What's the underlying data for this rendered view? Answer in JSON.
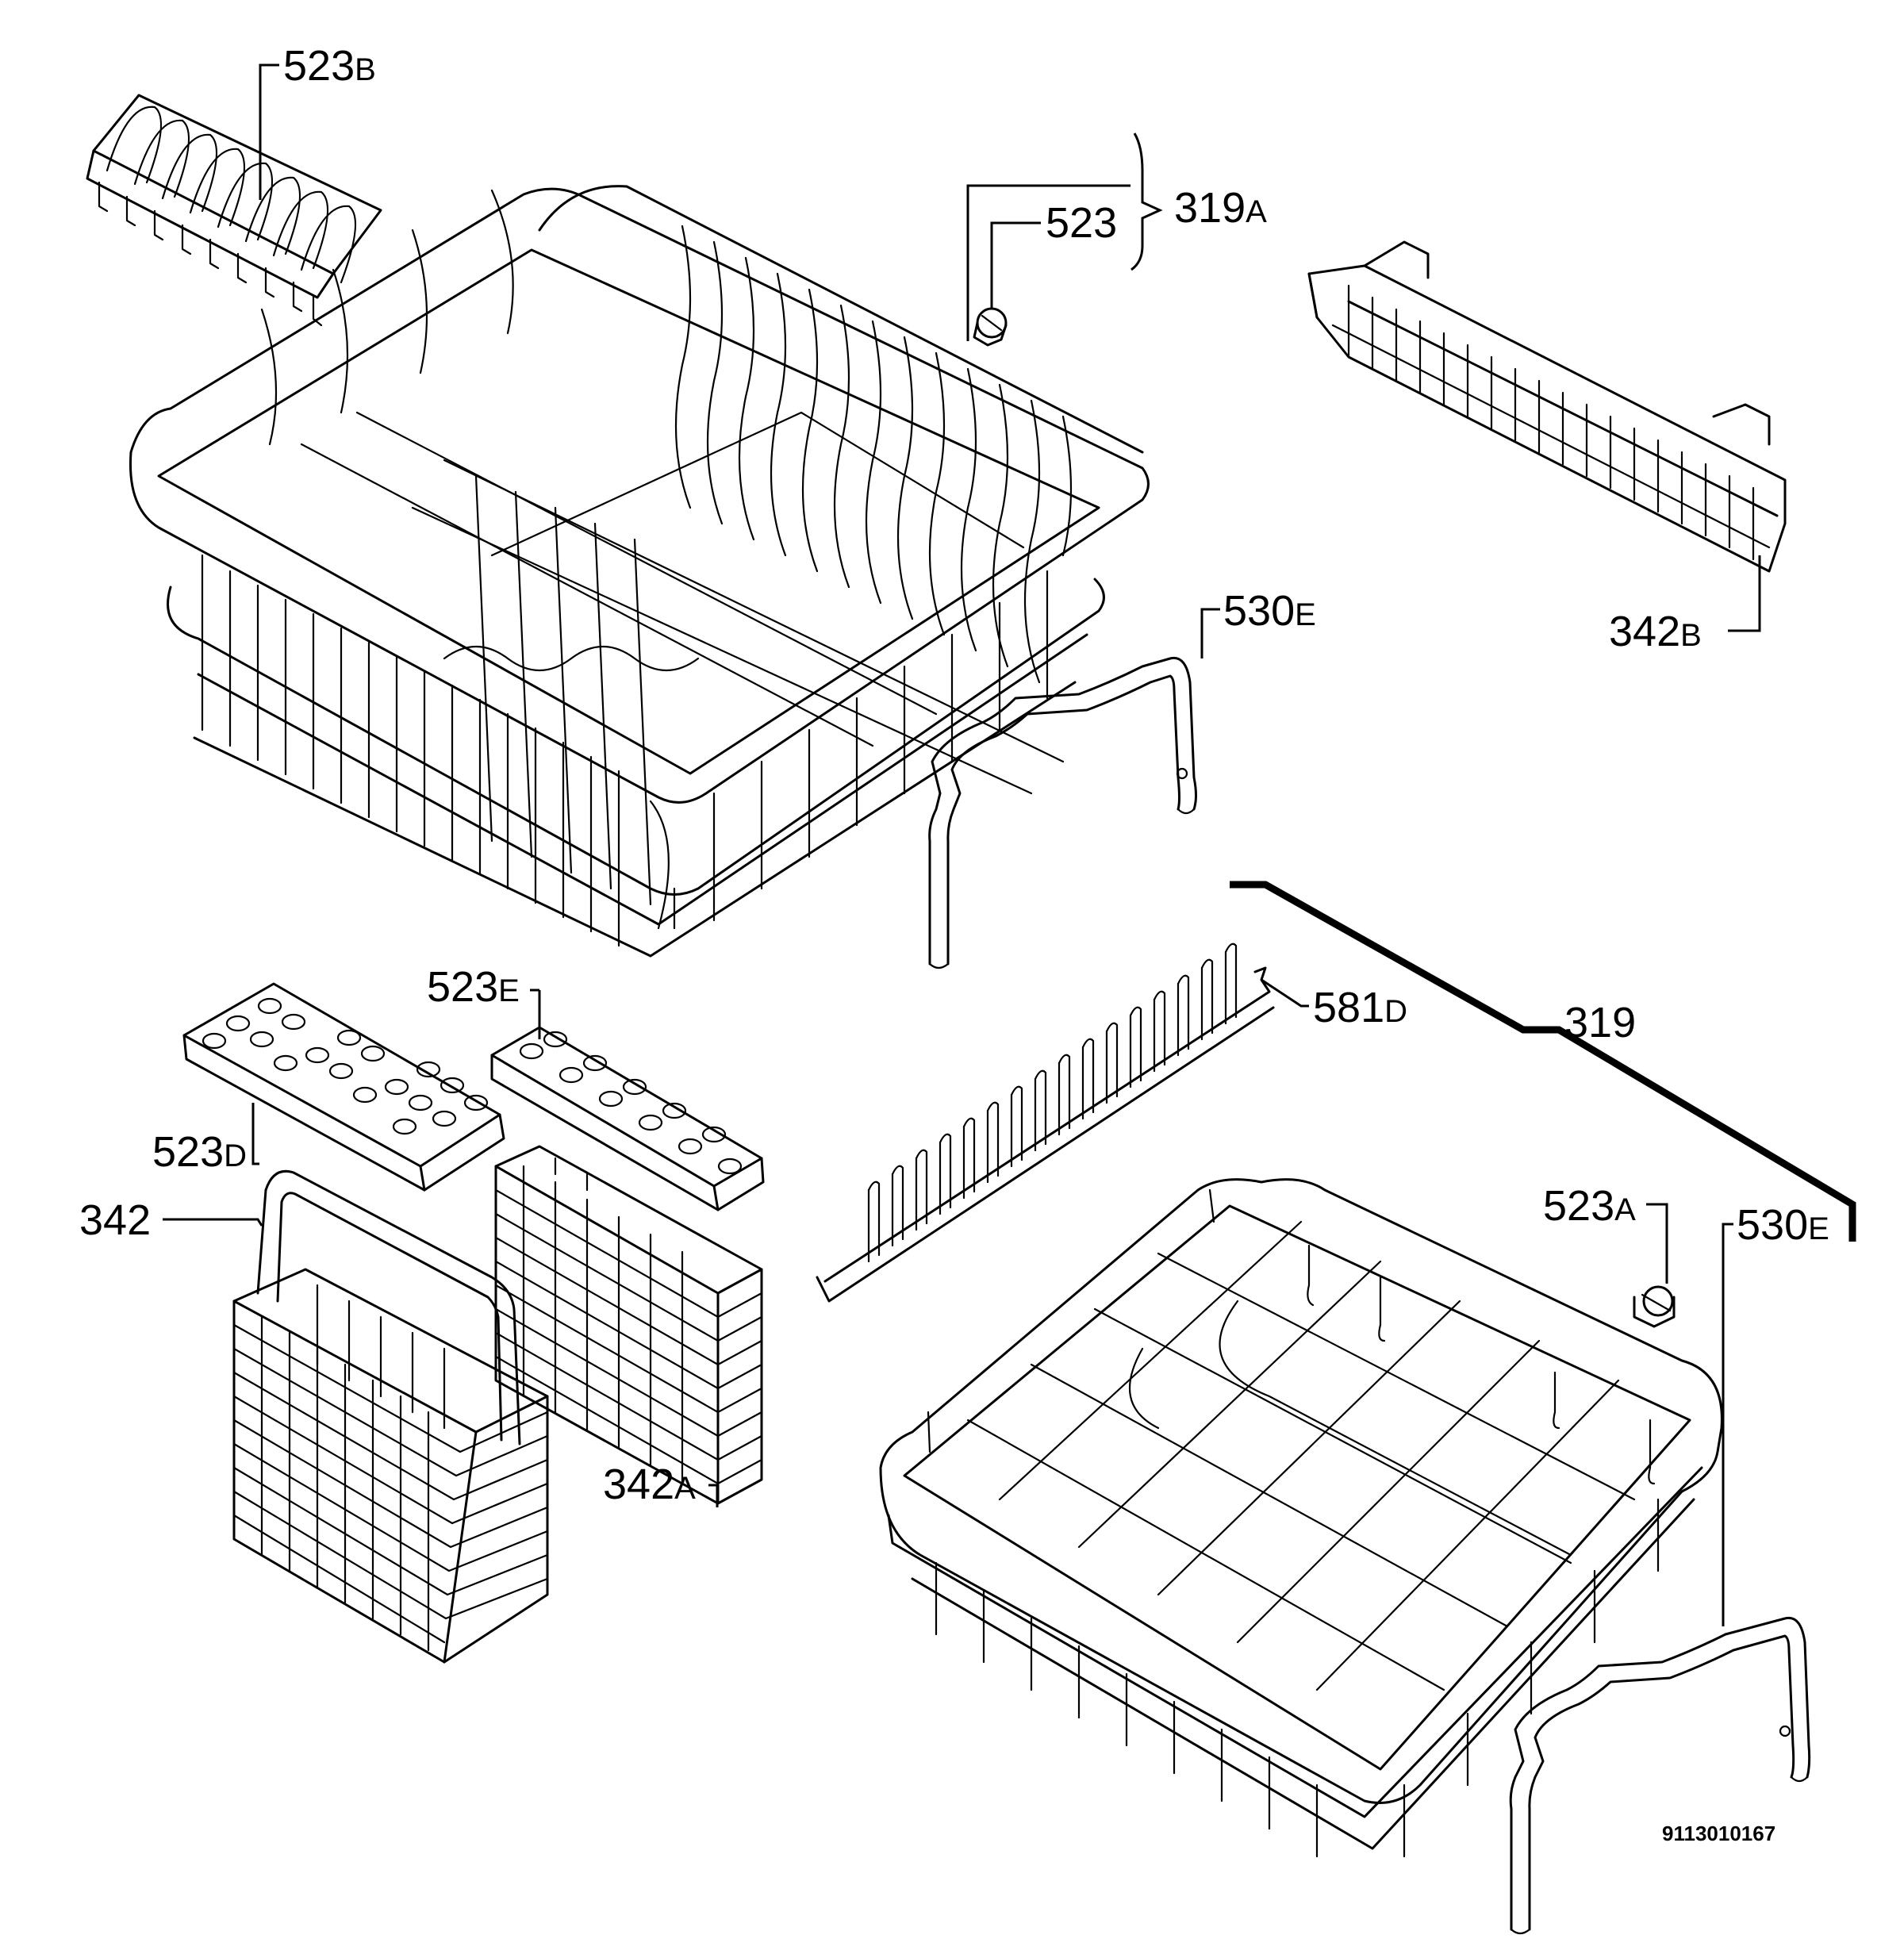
{
  "callouts": {
    "c523B": {
      "num": "523",
      "suffix": "B"
    },
    "c319A": {
      "num": "319",
      "suffix": "A"
    },
    "c523": {
      "num": "523",
      "suffix": ""
    },
    "c342B": {
      "num": "342",
      "suffix": "B"
    },
    "c530E_top": {
      "num": "530",
      "suffix": "E"
    },
    "c523E": {
      "num": "523",
      "suffix": "E"
    },
    "c581D": {
      "num": "581",
      "suffix": "D"
    },
    "c319": {
      "num": "319",
      "suffix": ""
    },
    "c523D": {
      "num": "523",
      "suffix": "D"
    },
    "c342": {
      "num": "342",
      "suffix": ""
    },
    "c523A": {
      "num": "523",
      "suffix": "A"
    },
    "c530E_bottom": {
      "num": "530",
      "suffix": "E"
    },
    "c342A": {
      "num": "342",
      "suffix": "A"
    }
  },
  "drawing_number": "9113010167"
}
